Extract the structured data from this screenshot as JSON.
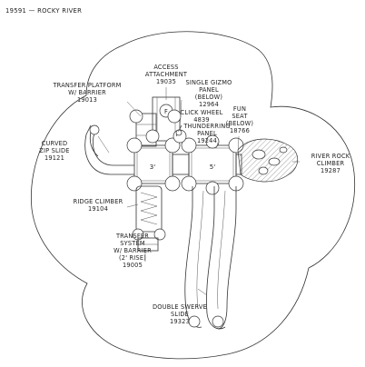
{
  "title": "19591 — ROCKY RIVER",
  "components": {
    "access": {
      "lines": [
        "ACCESS",
        "ATTACHMENT",
        "19035"
      ]
    },
    "transfer_platform": {
      "lines": [
        "TRANSFER PLATFORM",
        "W/ BARRIER",
        "19013"
      ]
    },
    "single_gizmo": {
      "lines": [
        "SINGLE GIZMO",
        "PANEL",
        "(BELOW)",
        "12964"
      ]
    },
    "click_wheel": {
      "lines": [
        "CLICK WHEEL",
        "4839"
      ]
    },
    "fun_seat": {
      "lines": [
        "FUN",
        "SEAT",
        "(BELOW)",
        "18766"
      ]
    },
    "thunderring": {
      "lines": [
        "THUNDERRING",
        "PANEL",
        "19244"
      ]
    },
    "curved_zip": {
      "lines": [
        "CURVED",
        "ZIP SLIDE",
        "19121"
      ]
    },
    "river_rock": {
      "lines": [
        "RIVER ROCK",
        "CLIMBER",
        "19287"
      ]
    },
    "ridge_climber": {
      "lines": [
        "RIDGE CLIMBER",
        "19104"
      ]
    },
    "transfer_system": {
      "lines": [
        "TRANSFER",
        "SYSTEM",
        "W/ BARRIER",
        "(2' RISE)",
        "19005"
      ]
    },
    "double_swerve": {
      "lines": [
        "DOUBLE SWERVE",
        "SLIDE",
        "19323"
      ]
    }
  },
  "deck_heights": {
    "left": "3'",
    "right": "5'"
  },
  "access_marker": "F"
}
